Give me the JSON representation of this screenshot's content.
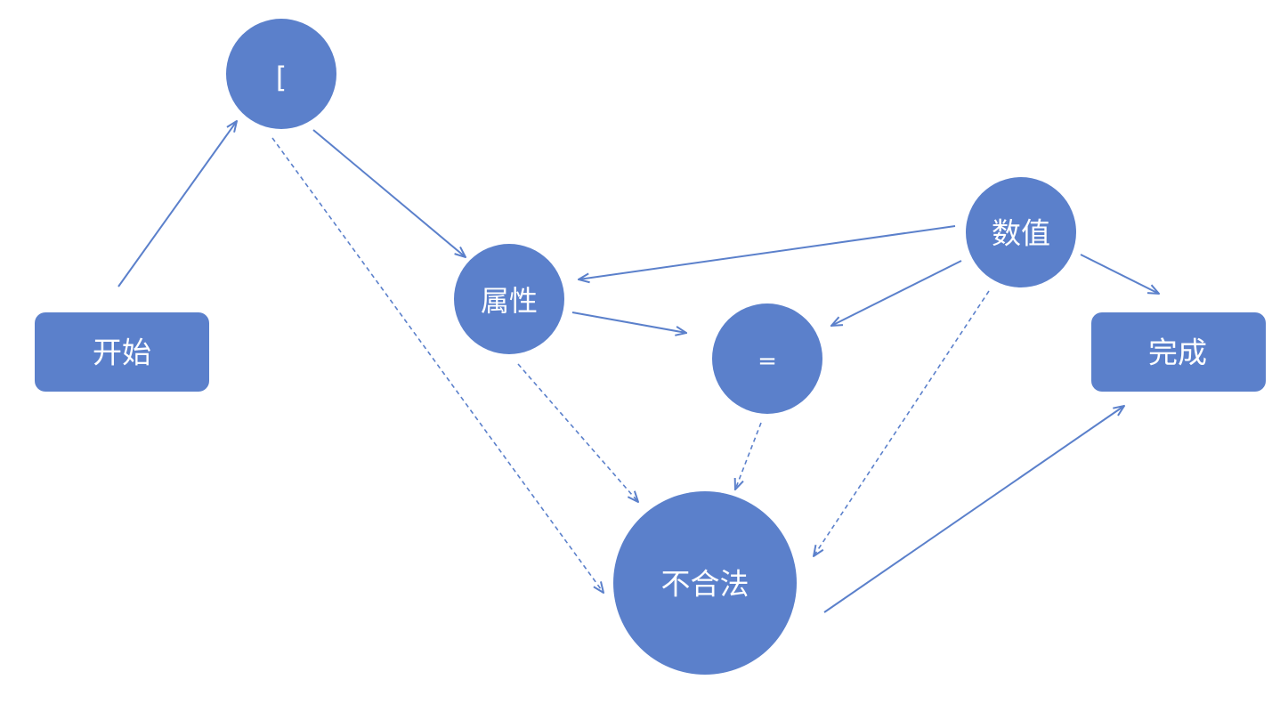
{
  "diagram": {
    "colors": {
      "node_fill": "#5b80cb",
      "node_text": "#ffffff",
      "edge": "#5b80cb",
      "background": "#ffffff"
    },
    "nodes": {
      "start": {
        "label": "开始",
        "shape": "rounded-rectangle"
      },
      "bracket": {
        "label": "[",
        "shape": "circle"
      },
      "attribute": {
        "label": "属性",
        "shape": "circle"
      },
      "equals": {
        "label": "=",
        "shape": "circle"
      },
      "value": {
        "label": "数值",
        "shape": "circle"
      },
      "finish": {
        "label": "完成",
        "shape": "rounded-rectangle"
      },
      "invalid": {
        "label": "不合法",
        "shape": "circle"
      }
    },
    "edges": [
      {
        "from": "start",
        "to": "bracket",
        "style": "solid"
      },
      {
        "from": "bracket",
        "to": "attribute",
        "style": "solid"
      },
      {
        "from": "bracket",
        "to": "invalid",
        "style": "dashed"
      },
      {
        "from": "attribute",
        "to": "equals",
        "style": "solid"
      },
      {
        "from": "attribute",
        "to": "invalid",
        "style": "dashed"
      },
      {
        "from": "equals",
        "to": "invalid",
        "style": "dashed"
      },
      {
        "from": "value",
        "to": "attribute",
        "style": "solid"
      },
      {
        "from": "value",
        "to": "equals",
        "style": "solid"
      },
      {
        "from": "value",
        "to": "finish",
        "style": "solid"
      },
      {
        "from": "value",
        "to": "invalid",
        "style": "dashed"
      },
      {
        "from": "invalid",
        "to": "finish",
        "style": "solid"
      }
    ]
  }
}
